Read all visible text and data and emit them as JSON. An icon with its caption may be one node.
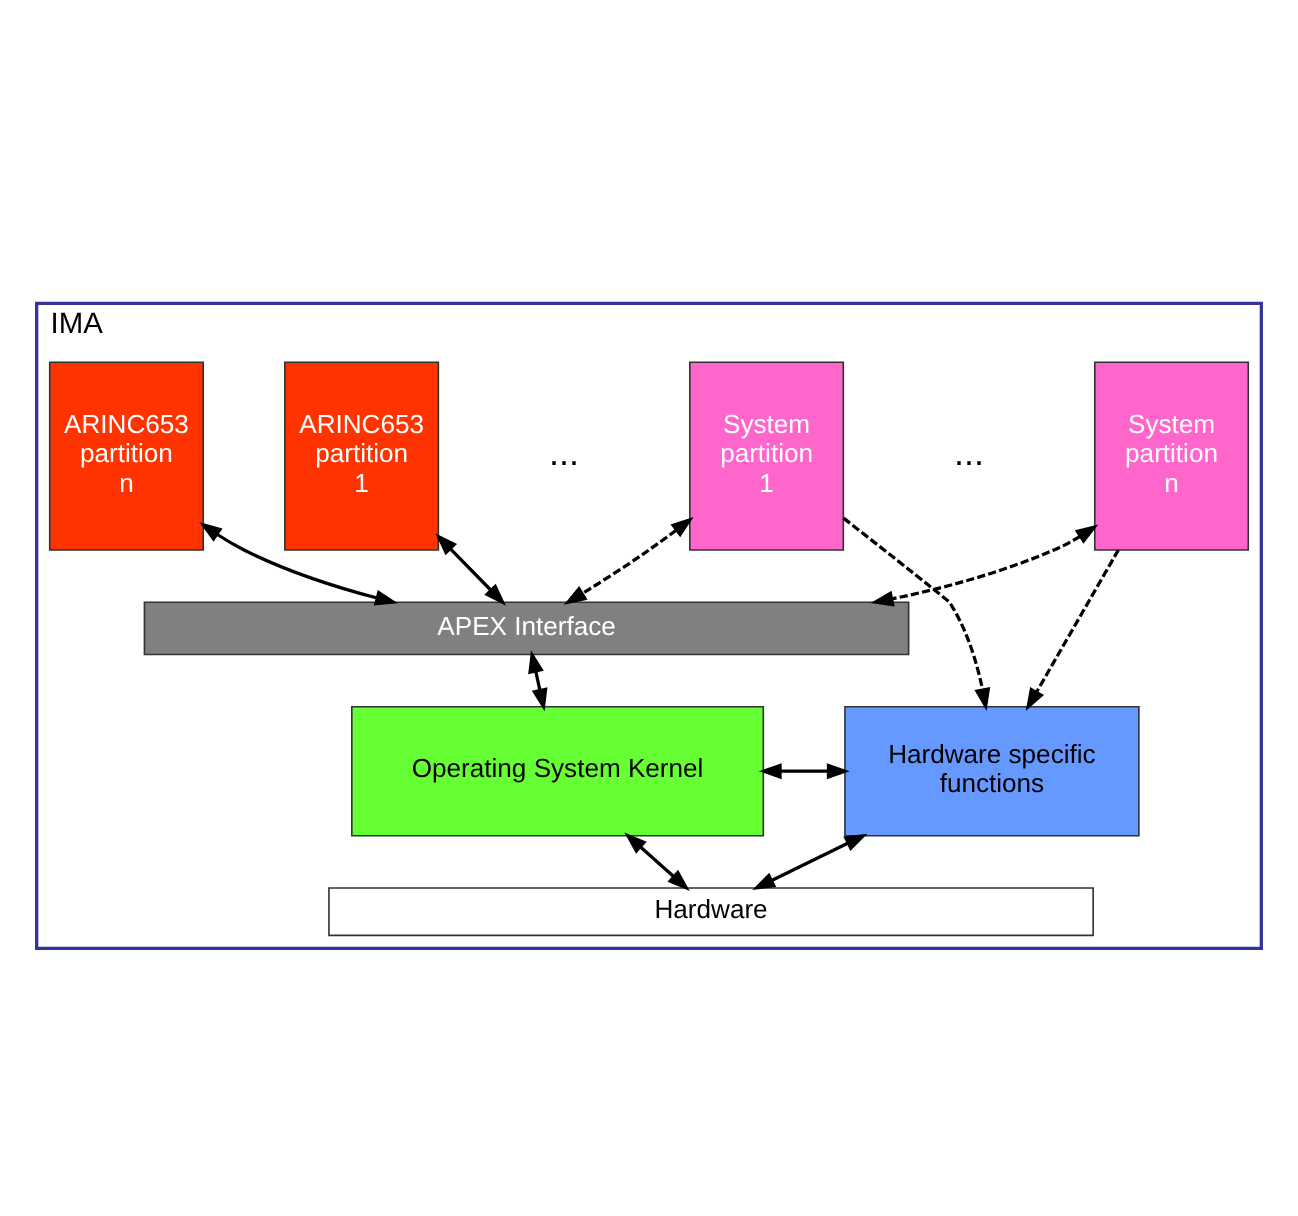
{
  "diagram": {
    "nodes": [
      {
        "text": [
          "IMA"
        ]
      },
      {
        "text": [
          "ARINC653 partition 1"
        ],
        "in": 0
      },
      {
        "text": [
          "ARINC653 partition n"
        ],
        "in": 0
      },
      {
        "text": [
          "System partition 1"
        ],
        "in": 0
      },
      {
        "text": [
          "System partition n"
        ],
        "in": 0
      },
      {
        "text": [
          "APEX Interface"
        ],
        "in": 0
      },
      {
        "text": [
          "Operating System Kernel"
        ],
        "in": 0
      },
      {
        "text": [
          "Hardware specific functions"
        ],
        "in": 0
      },
      {
        "text": [
          "Hardware"
        ],
        "in": 0
      }
    ],
    "edges": [
      {
        "from": 1,
        "to": 5,
        "arrow": "both"
      },
      {
        "from": 2,
        "to": 5,
        "arrow": "both"
      },
      {
        "from": 3,
        "to": 5,
        "arrow": "both",
        "style": "dashed"
      },
      {
        "from": 3,
        "to": 7,
        "arrow": "to",
        "style": "dashed"
      },
      {
        "from": 4,
        "to": 5,
        "arrow": "both",
        "style": "dashed"
      },
      {
        "from": 4,
        "to": 7,
        "arrow": "to",
        "style": "dashed"
      },
      {
        "from": 5,
        "to": 6,
        "arrow": "both"
      },
      {
        "from": 6,
        "to": 7,
        "arrow": "both"
      },
      {
        "from": 6,
        "to": 8,
        "arrow": "both"
      },
      {
        "from": 7,
        "to": 8,
        "arrow": "both"
      }
    ],
    "labels": [
      "...",
      "..."
    ]
  }
}
